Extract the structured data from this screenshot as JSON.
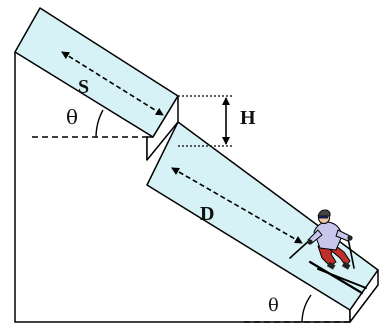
{
  "labels": {
    "upper_slope_length": "S",
    "step_height": "H",
    "lower_slope_length": "D",
    "angle_upper": "θ",
    "angle_lower": "θ"
  },
  "colors": {
    "slope_face": "#d6f2f6",
    "outline": "#000000",
    "background": "#ffffff",
    "skier_jacket": "#c8c6ea",
    "skier_pants": "#c0302a"
  },
  "icons": {
    "skier": "skier-icon"
  }
}
